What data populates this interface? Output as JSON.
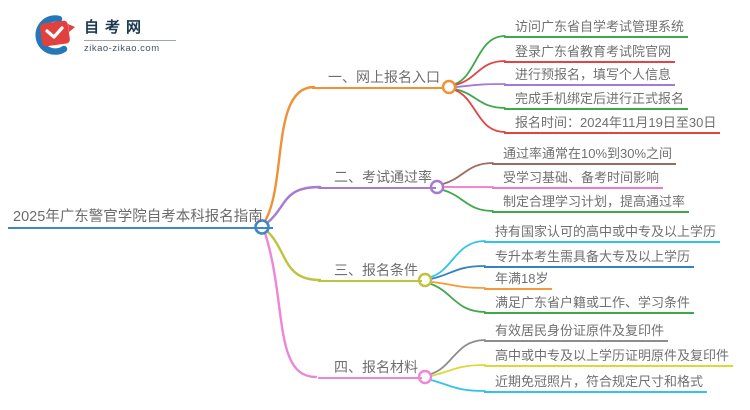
{
  "logo": {
    "brand": "自考网",
    "domain": "zikao-zikao.com",
    "icon": "graduation-cap-logo",
    "blue": "#2478b8",
    "red": "#e23f3f"
  },
  "palette": {
    "root_blue": "#3e86c6",
    "text_gray": "#6e6e6e"
  },
  "mindmap": {
    "root": {
      "label": "2025年广东警官学院自考本科报名指南",
      "color": "#3e86c6"
    },
    "branches": [
      {
        "label": "一、网上报名入口",
        "color": "#ef9236",
        "items": [
          {
            "label": "访问广东省自学考试管理系统",
            "color": "#3fa84c"
          },
          {
            "label": "登录广东省教育考试院官网",
            "color": "#e24444"
          },
          {
            "label": "进行预报名，填写个人信息",
            "color": "#a57ad2"
          },
          {
            "label": "完成手机绑定后进行正式报名",
            "color": "#3fa84c"
          },
          {
            "label": "报名时间：2024年11月19日至30日",
            "color": "#e24444"
          }
        ]
      },
      {
        "label": "二、考试通过率",
        "color": "#a57ad2",
        "items": [
          {
            "label": "通过率通常在10%到30%之间",
            "color": "#9c6b60"
          },
          {
            "label": "受学习基础、备考时间影响",
            "color": "#f175c9"
          },
          {
            "label": "制定合理学习计划，提高通过率",
            "color": "#3fa84c"
          }
        ]
      },
      {
        "label": "三、报名条件",
        "color": "#bfc23c",
        "items": [
          {
            "label": "持有国家认可的高中或中专及以上学历",
            "color": "#31c3e8"
          },
          {
            "label": "专升本考生需具备大专及以上学历",
            "color": "#3481c4"
          },
          {
            "label": "年满18岁",
            "color": "#f59a38"
          },
          {
            "label": "满足广东省户籍或工作、学习条件",
            "color": "#3fa84c"
          }
        ]
      },
      {
        "label": "四、报名材料",
        "color": "#ec87d7",
        "items": [
          {
            "label": "有效居民身份证原件及复印件",
            "color": "#8d8d8d"
          },
          {
            "label": "高中或中专及以上学历证明原件及复印件",
            "color": "#ddd83a"
          },
          {
            "label": "近期免冠照片，符合规定尺寸和格式",
            "color": "#31c3e8"
          }
        ]
      }
    ]
  }
}
